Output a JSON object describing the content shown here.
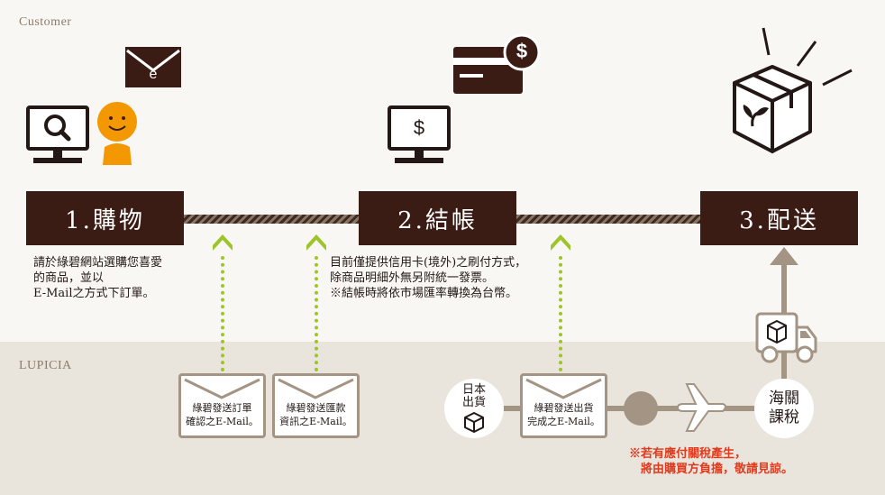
{
  "zones": {
    "customer": "Customer",
    "lupicia": "LUPICIA"
  },
  "steps": [
    {
      "label": "1.購物"
    },
    {
      "label": "2.結帳"
    },
    {
      "label": "3.配送"
    }
  ],
  "descriptions": {
    "shopping": "請於綠碧網站選購您喜愛\n的商品，並以\nE-Mail之方式下訂單。",
    "checkout": "目前僅提供信用卡(境外)之刷付方式，\n除商品明細外無另附統一發票。\n※結帳時將依市場匯率轉換為台幣。"
  },
  "emails": [
    {
      "text": "綠碧發送訂單\n確認之E-Mail。"
    },
    {
      "text": "綠碧發送匯款\n資訊之E-Mail。"
    },
    {
      "text": "綠碧發送出貨\n完成之E-Mail。"
    }
  ],
  "circles": {
    "japan_ship": "日本\n出貨",
    "customs": "海關\n課稅"
  },
  "icons": {
    "envelope_letter": "e",
    "dollar": "$"
  },
  "note": "※若有應付關稅產生，\n　將由購買方負擔，敬請見諒。",
  "colors": {
    "step_bg": "#3a1c14",
    "dotted": "#9dc42a",
    "note": "#e03a1c",
    "orange": "#f39800"
  }
}
